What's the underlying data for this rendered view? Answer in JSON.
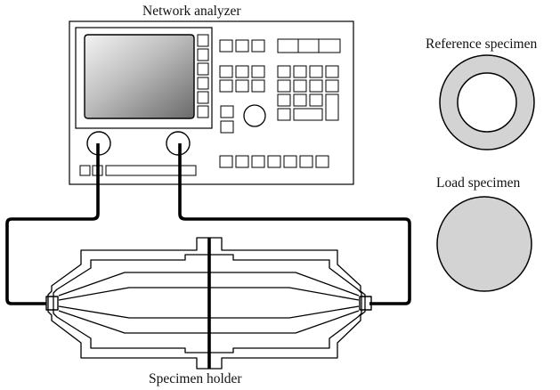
{
  "labels": {
    "network_analyzer": "Network analyzer",
    "reference_specimen": "Reference specimen",
    "load_specimen": "Load specimen",
    "specimen_holder": "Specimen holder"
  },
  "colors": {
    "line": "#000000",
    "screen_light": "#f2f2f2",
    "screen_dark": "#6e6e6e",
    "specimen_fill": "#d3d3d3",
    "background": "#ffffff"
  }
}
